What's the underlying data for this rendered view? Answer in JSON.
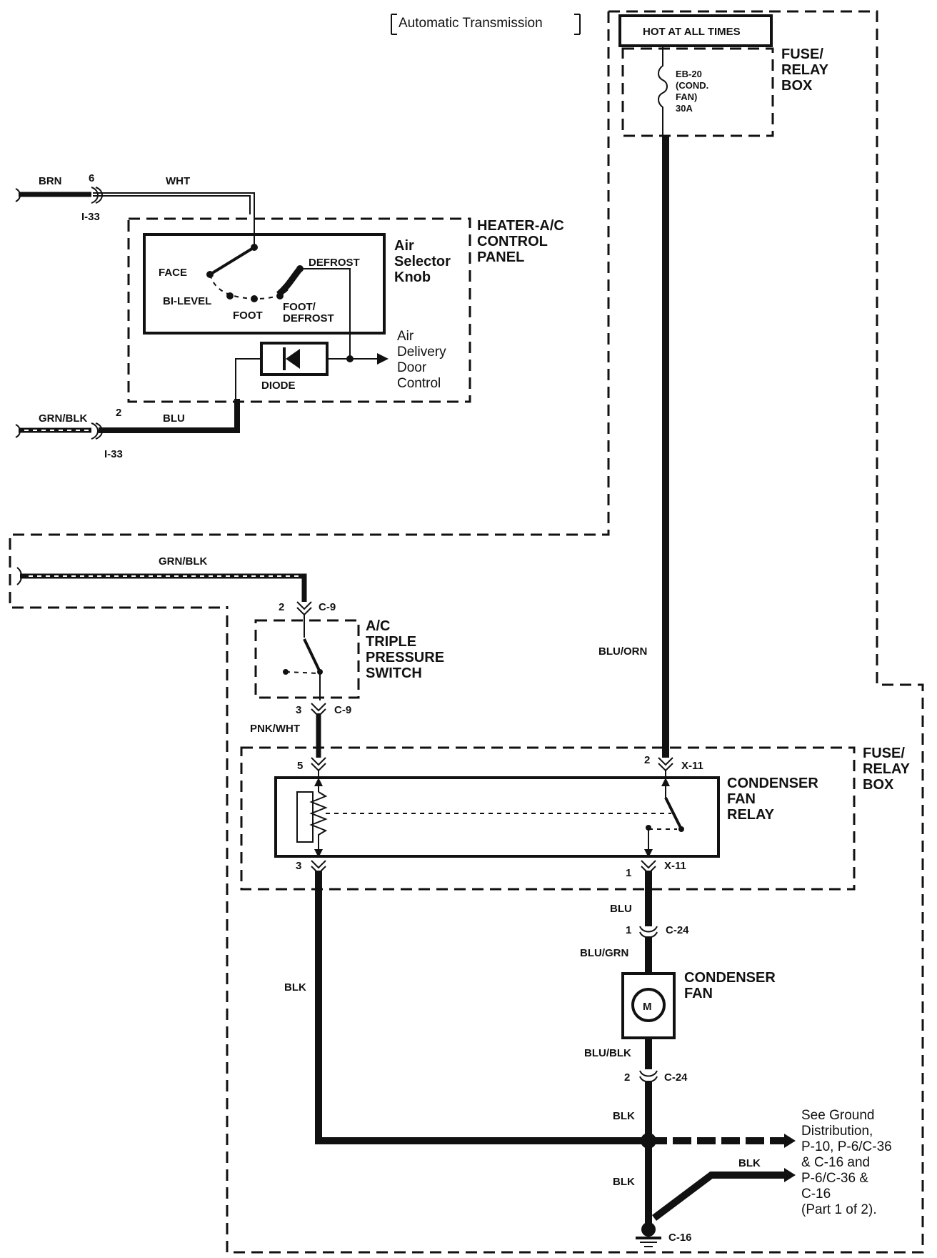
{
  "header": {
    "note": "Automatic Transmission"
  },
  "power": {
    "label": "HOT AT ALL TIMES"
  },
  "fuse_box_top": {
    "fuse_line1": "EB-20",
    "fuse_line2": "(COND.",
    "fuse_line3": "FAN)",
    "fuse_line4": "30A",
    "name_line1": "FUSE/",
    "name_line2": "RELAY",
    "name_line3": "BOX"
  },
  "heater_panel": {
    "name_line1": "HEATER-A/C",
    "name_line2": "CONTROL",
    "name_line3": "PANEL",
    "knob_line1": "Air",
    "knob_line2": "Selector",
    "knob_line3": "Knob",
    "positions": {
      "face": "FACE",
      "bilevel": "BI-LEVEL",
      "foot": "FOOT",
      "footdef1": "FOOT/",
      "footdef2": "DEFROST",
      "defrost": "DEFROST"
    },
    "diode": "DIODE",
    "door_line1": "Air",
    "door_line2": "Delivery",
    "door_line3": "Door",
    "door_line4": "Control"
  },
  "connectors": {
    "i33_top_pin": "6",
    "i33_top": "I-33",
    "i33_bot_pin": "2",
    "i33_bot": "I-33",
    "c9_top_pin": "2",
    "c9_top": "C-9",
    "c9_bot_pin": "3",
    "c9_bot": "C-9",
    "x11_top_pin": "2",
    "x11_top": "X-11",
    "x11_bot_pin": "1",
    "x11_bot": "X-11",
    "relay_left_top_pin": "5",
    "relay_left_bot_pin": "3",
    "c24_top_pin": "1",
    "c24_top": "C-24",
    "c24_bot_pin": "2",
    "c24_bot": "C-24",
    "c16": "C-16"
  },
  "wires": {
    "brn": "BRN",
    "wht": "WHT",
    "grn_blk_1": "GRN/BLK",
    "blu_1": "BLU",
    "grn_blk_2": "GRN/BLK",
    "pnk_wht": "PNK/WHT",
    "blu_orn": "BLU/ORN",
    "blu_2": "BLU",
    "blu_grn": "BLU/GRN",
    "blu_blk": "BLU/BLK",
    "blk_left": "BLK",
    "blk_mid": "BLK",
    "blk_low": "BLK",
    "blk_right": "BLK"
  },
  "pressure_switch": {
    "line1": "A/C",
    "line2": "TRIPLE",
    "line3": "PRESSURE",
    "line4": "SWITCH"
  },
  "fuse_box_bottom": {
    "name_line1": "FUSE/",
    "name_line2": "RELAY",
    "name_line3": "BOX"
  },
  "relay": {
    "line1": "CONDENSER",
    "line2": "FAN",
    "line3": "RELAY"
  },
  "fan": {
    "line1": "CONDENSER",
    "line2": "FAN",
    "motor": "M"
  },
  "ground_note": {
    "line1": "See Ground",
    "line2": "Distribution,",
    "line3": "P-10, P-6/C-36",
    "line4": "& C-16 and",
    "line5": "P-6/C-36 &",
    "line6": "C-16",
    "line7": "(Part 1 of 2)."
  }
}
